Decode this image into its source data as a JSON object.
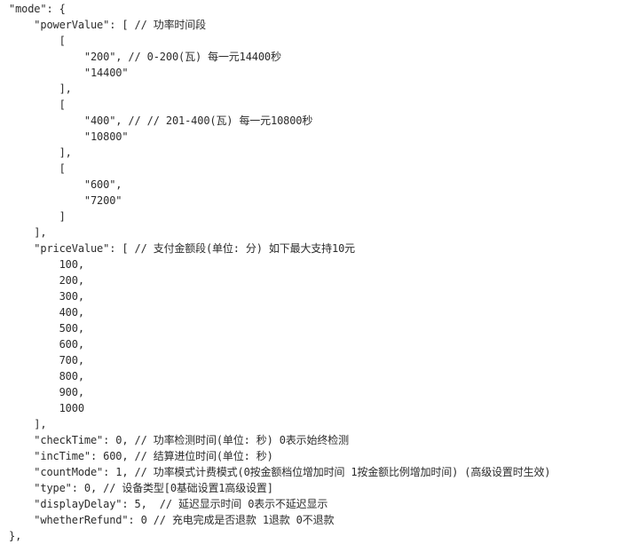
{
  "code": {
    "lines": [
      "\"mode\": {",
      "    \"powerValue\": [ // 功率时间段",
      "        [",
      "            \"200\", // 0-200(瓦) 每一元14400秒",
      "            \"14400\"",
      "        ],",
      "        [",
      "            \"400\", // // 201-400(瓦) 每一元10800秒",
      "            \"10800\"",
      "        ],",
      "        [",
      "            \"600\",",
      "            \"7200\"",
      "        ]",
      "    ],",
      "    \"priceValue\": [ // 支付金额段(单位: 分) 如下最大支持10元",
      "        100,",
      "        200,",
      "        300,",
      "        400,",
      "        500,",
      "        600,",
      "        700,",
      "        800,",
      "        900,",
      "        1000",
      "    ],",
      "    \"checkTime\": 0, // 功率检测时间(单位: 秒) 0表示始终检测",
      "    \"incTime\": 600, // 结算进位时间(单位: 秒)",
      "    \"countMode\": 1, // 功率模式计费模式(0按金额档位增加时间 1按金额比例增加时间) (高级设置时生效)",
      "    \"type\": 0, // 设备类型[0基础设置1高级设置]",
      "    \"displayDelay\": 5,  // 延迟显示时间 0表示不延迟显示",
      "    \"whetherRefund\": 0 // 充电完成是否退款 1退款 0不退款",
      "},"
    ]
  }
}
